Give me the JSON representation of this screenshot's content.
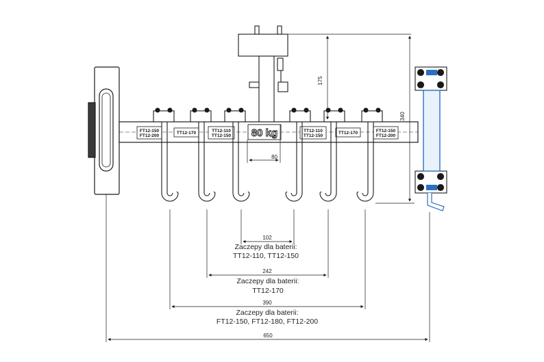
{
  "labels": {
    "clip1": [
      "FT12-150",
      "FT12-200"
    ],
    "clip2": [
      "TT12-170"
    ],
    "clip3": [
      "TT12-110",
      "TT12-150"
    ],
    "center": "80 kg",
    "clip4": [
      "TT12-110",
      "TT12-150"
    ],
    "clip5": [
      "TT12-170"
    ],
    "clip6": [
      "FT12-150",
      "FT12-200"
    ]
  },
  "dimensions": {
    "height_top": "175",
    "height_total": "340",
    "center_offset": "80",
    "span_102": "102",
    "span_242": "242",
    "span_390": "390",
    "span_650": "650"
  },
  "captions": {
    "group1_line1": "Zaczepy dla baterii:",
    "group1_line2": "TT12-110, TT12-150",
    "group2_line1": "Zaczepy dla baterii:",
    "group2_line2": "TT12-170",
    "group3_line1": "Zaczepy dla baterii:",
    "group3_line2": "FT12-150, FT12-180, FT12-200"
  },
  "colors": {
    "line": "#1a1a1a",
    "sight_glass": "#2b6fc4",
    "background": "#ffffff"
  }
}
